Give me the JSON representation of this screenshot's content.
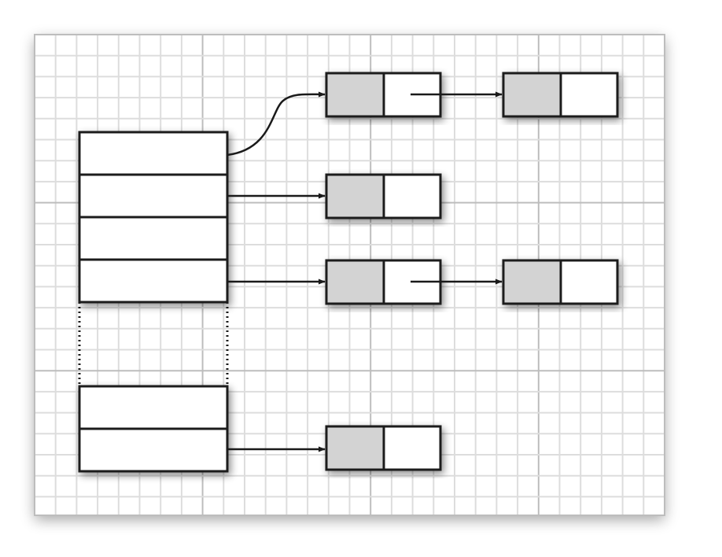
{
  "diagram": {
    "kind": "hash-table-with-chaining",
    "bucket_groups": [
      4,
      2
    ],
    "chains": [
      2,
      1,
      2,
      0,
      0,
      1
    ],
    "colors": {
      "grid_minor": "#dddddd",
      "grid_major": "#bdbdbd",
      "node_key": "#d3d3d3",
      "node_value": "#ffffff",
      "stroke": "#1a1a1a"
    }
  }
}
